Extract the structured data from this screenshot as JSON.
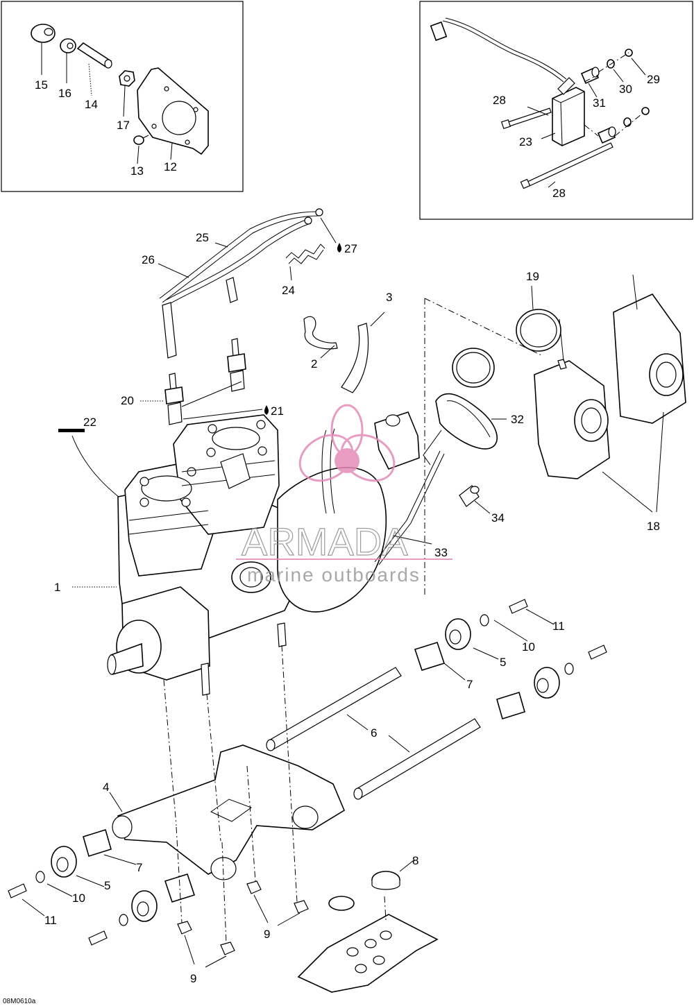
{
  "diagram": {
    "drawing_code": "08M0610a",
    "watermark": {
      "brand": "ARMADA",
      "tagline": "marine outboards",
      "brand_color": "#e58bb8"
    },
    "callouts": {
      "c1": "1",
      "c2": "2",
      "c3": "3",
      "c4": "4",
      "c5a": "5",
      "c5b": "5",
      "c6": "6",
      "c7a": "7",
      "c7b": "7",
      "c8": "8",
      "c9a": "9",
      "c9b": "9",
      "c10a": "10",
      "c10b": "10",
      "c11a": "11",
      "c11b": "11",
      "c12": "12",
      "c13": "13",
      "c14": "14",
      "c15": "15",
      "c16": "16",
      "c17": "17",
      "c18": "18",
      "c19": "19",
      "c20": "20",
      "c21": "21",
      "c22": "22",
      "c23": "23",
      "c24": "24",
      "c25": "25",
      "c26": "26",
      "c27": "27",
      "c28a": "28",
      "c28b": "28",
      "c29": "29",
      "c30": "30",
      "c31": "31",
      "c32": "32",
      "c33": "33",
      "c34": "34"
    }
  }
}
